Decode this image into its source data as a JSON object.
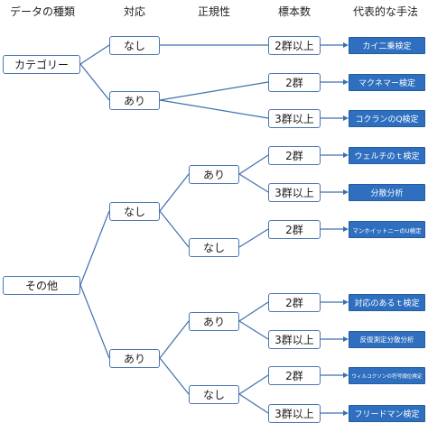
{
  "headers": {
    "data_type": "データの種類",
    "pairing": "対応",
    "normality": "正規性",
    "sample_size": "標本数",
    "method": "代表的な手法"
  },
  "data_type": {
    "category": "カテゴリー",
    "other": "その他"
  },
  "pairing": {
    "cat_none": "なし",
    "cat_yes": "あり",
    "oth_none": "なし",
    "oth_yes": "あり"
  },
  "normality": {
    "on_yes": "あり",
    "on_no": "なし",
    "oy_yes": "あり",
    "oy_no": "なし"
  },
  "sample_size": {
    "cn": "2群以上",
    "cy2": "2群",
    "cy3": "3群以上",
    "on_yes2": "2群",
    "on_yes3": "3群以上",
    "on_no2": "2群",
    "oy_yes2": "2群",
    "oy_yes3": "3群以上",
    "oy_no2": "2群",
    "oy_no3": "3群以上"
  },
  "methods": {
    "chi_square": "カイ二乗検定",
    "mcnemar": "マクネマー検定",
    "cochran_q": "コクランのQ検定",
    "welch_t": "ウェルチのｔ検定",
    "anova": "分散分析",
    "mann_whitney": "マンホイットニーのU検定",
    "paired_t": "対応のあるｔ検定",
    "repeated_anova": "反復測定分散分析",
    "wilcoxon": "ウィルコクソンの符号順位検定",
    "friedman": "フリードマン検定"
  },
  "colors": {
    "box_border": "#4a77b4",
    "method_fill": "#2f6fbf",
    "line": "#3f6fae"
  }
}
